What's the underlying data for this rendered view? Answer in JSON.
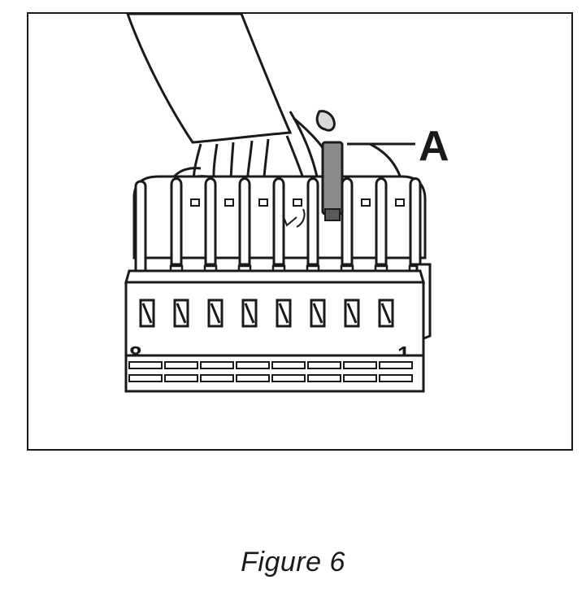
{
  "figure": {
    "callout_label": "A",
    "pin_label_left": "8",
    "pin_label_right": "1",
    "caption": "Figure 6",
    "pin_count": 8
  },
  "colors": {
    "ink": "#1a1a1a",
    "paper": "#ffffff",
    "marked_terminal": "#8a8a8a"
  }
}
